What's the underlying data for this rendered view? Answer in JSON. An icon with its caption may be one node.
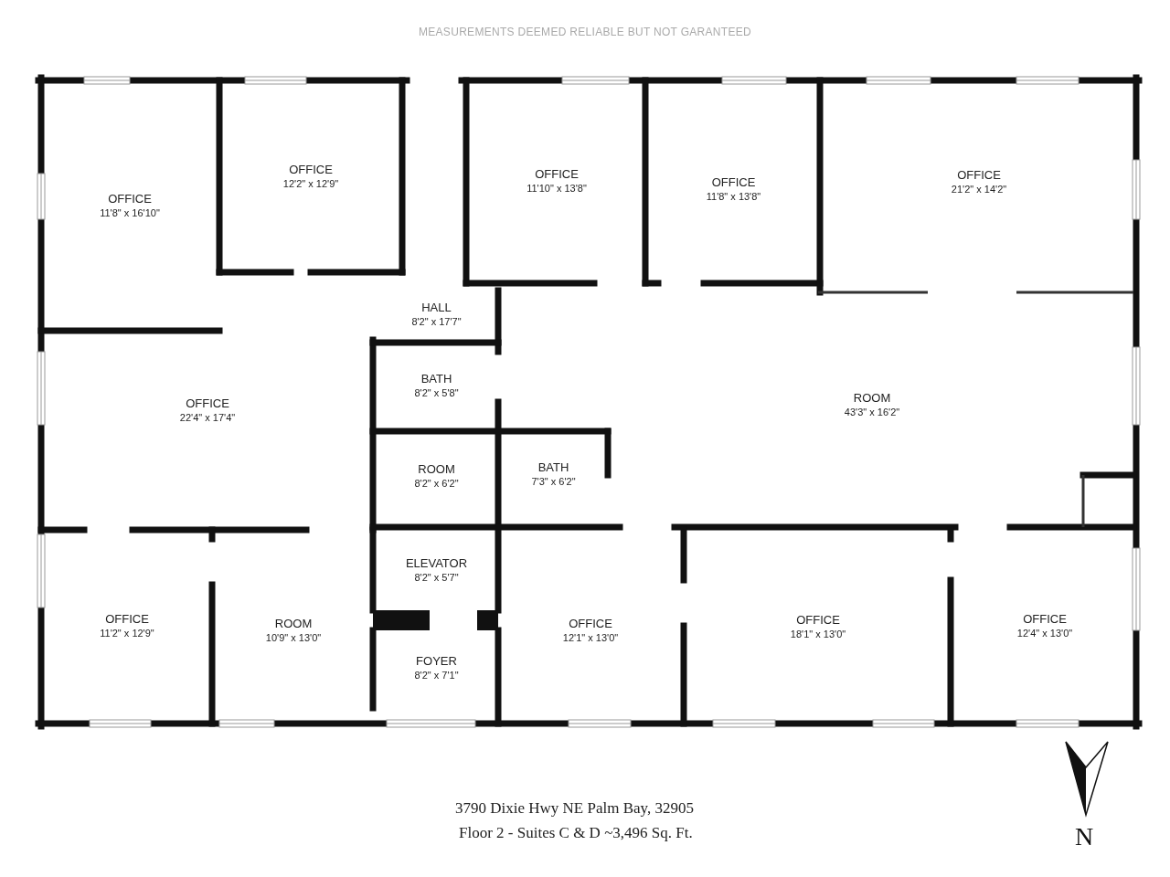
{
  "diagram": {
    "nodes": [
      {
        "text": [
          "OFFICE",
          "11'8\" x 16'10\""
        ]
      },
      {
        "text": [
          "OFFICE",
          "12'2\" x 12'9\""
        ]
      },
      {
        "text": [
          "OFFICE",
          "11'10\" x 13'8\""
        ]
      },
      {
        "text": [
          "OFFICE",
          "11'8\" x 13'8\""
        ]
      },
      {
        "text": [
          "OFFICE",
          "21'2\" x 14'2\""
        ]
      },
      {
        "text": [
          "HALL",
          "8'2\" x 17'7\""
        ]
      },
      {
        "text": [
          "OFFICE",
          "22'4\" x 17'4\""
        ]
      },
      {
        "text": [
          "BATH",
          "8'2\" x 5'8\""
        ]
      },
      {
        "text": [
          "ROOM",
          "43'3\" x 16'2\""
        ]
      },
      {
        "text": [
          "ROOM",
          "8'2\" x 6'2\""
        ]
      },
      {
        "text": [
          "BATH",
          "7'3\" x 6'2\""
        ]
      },
      {
        "text": [
          "ELEVATOR",
          "8'2\" x 5'7\""
        ]
      },
      {
        "text": [
          "OFFICE",
          "11'2\" x 12'9\""
        ]
      },
      {
        "text": [
          "ROOM",
          "10'9\" x 13'0\""
        ]
      },
      {
        "text": [
          "OFFICE",
          "12'1\" x 13'0\""
        ]
      },
      {
        "text": [
          "FOYER",
          "8'2\" x 7'1\""
        ]
      },
      {
        "text": [
          "OFFICE",
          "18'1\" x 13'0\""
        ]
      },
      {
        "text": [
          "OFFICE",
          "12'4\" x 13'0\""
        ]
      }
    ],
    "labels": [
      "MEASUREMENTS DEEMED RELIABLE BUT NOT GARANTEED",
      "3790 Dixie Hwy NE Palm Bay, 32905",
      "Floor 2 - Suites C & D ~3,496 Sq. Ft.",
      "N"
    ]
  }
}
